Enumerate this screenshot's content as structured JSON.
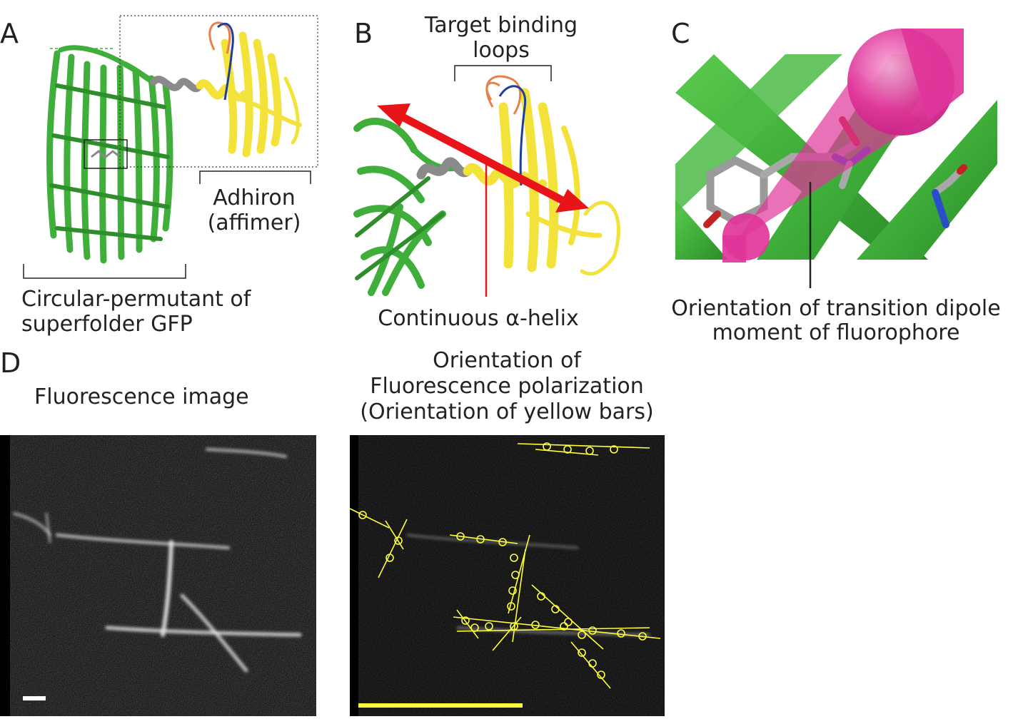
{
  "panels": {
    "A": {
      "letter": "A",
      "adhiron_label": [
        "Adhiron",
        "(affimer)"
      ],
      "gfp_label": [
        "Circular-permutant of",
        "superfolder GFP"
      ]
    },
    "B": {
      "letter": "B",
      "loops_label": [
        "Target binding",
        "loops"
      ],
      "helix_label": "Continuous α-helix"
    },
    "C": {
      "letter": "C",
      "dipole_label": [
        "Orientation of transition dipole",
        "moment of fluorophore"
      ]
    },
    "D": {
      "letter": "D",
      "fluorescence_title": "Fluorescence image",
      "polarization_title": [
        "Orientation of",
        "Fluorescence polarization",
        "(Orientation of yellow bars)"
      ]
    }
  },
  "colors": {
    "gfp_green": "#3fae3a",
    "adhiron_yellow": "#f2e23a",
    "linker_gray": "#8a8a8a",
    "loop_orange": "#e8804a",
    "loop_blue": "#1c3f9a",
    "arrow_red": "#e8141a",
    "dipole_magenta": "#e0359a",
    "polarization_yellow": "#ffff3a",
    "micrograph_bg": "#0b0b0b"
  }
}
